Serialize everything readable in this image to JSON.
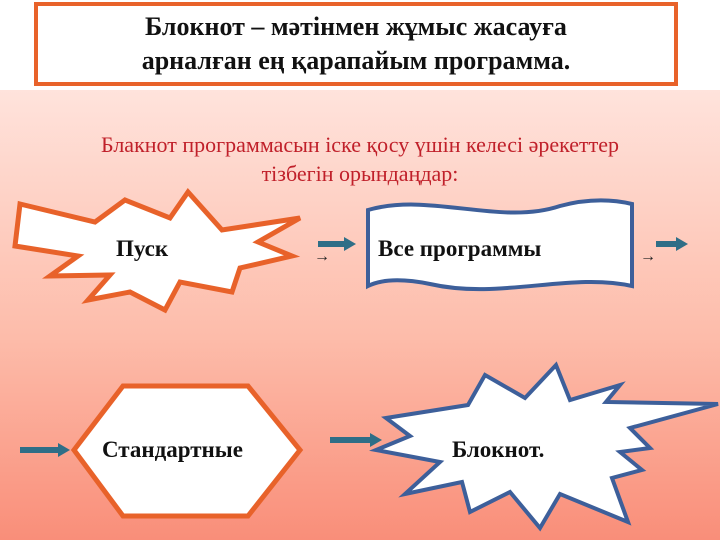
{
  "title": {
    "line1": "Блокнот – мәтінмен жұмыс жасауға",
    "line2": "арналған ең қарапайым программа."
  },
  "subtitle": {
    "line1": "Блакнот программасын іске қосу үшін келесі әрекеттер",
    "line2": "тізбегін орындаңдар:"
  },
  "steps": {
    "start": "Пуск",
    "all_programs": "Все программы",
    "standard": "Стандартные",
    "notepad": "Блокнот."
  },
  "arrows": {
    "symbol": "→"
  },
  "colors": {
    "orange": "#e8622a",
    "blue": "#3d5f9a",
    "teal": "#2f6e87",
    "subtitle_red": "#c0202a"
  }
}
